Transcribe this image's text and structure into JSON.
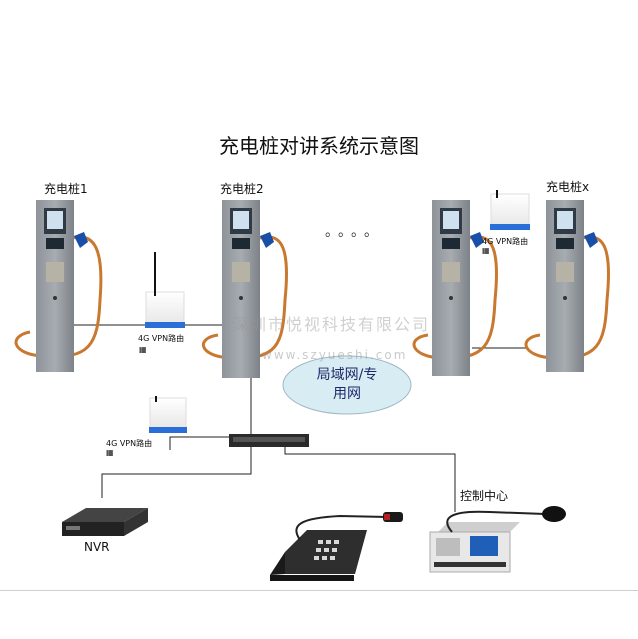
{
  "title": "充电桩对讲系统示意图",
  "chargers": [
    {
      "label": "充电桩1"
    },
    {
      "label": "充电桩2"
    },
    {
      "label": "充电桩x"
    }
  ],
  "ellipsis": "。。。。",
  "routers": [
    {
      "label": "4G VPN路由"
    },
    {
      "label": "4G VPN路由"
    },
    {
      "label": "4G VPN路由"
    }
  ],
  "network": {
    "line1": "局域网/专",
    "line2": "用网"
  },
  "watermark": {
    "company": "深圳市悦视科技有限公司",
    "url": "www.szyueshi.com"
  },
  "nvr": {
    "label": "NVR"
  },
  "control": {
    "label": "控制中心"
  }
}
